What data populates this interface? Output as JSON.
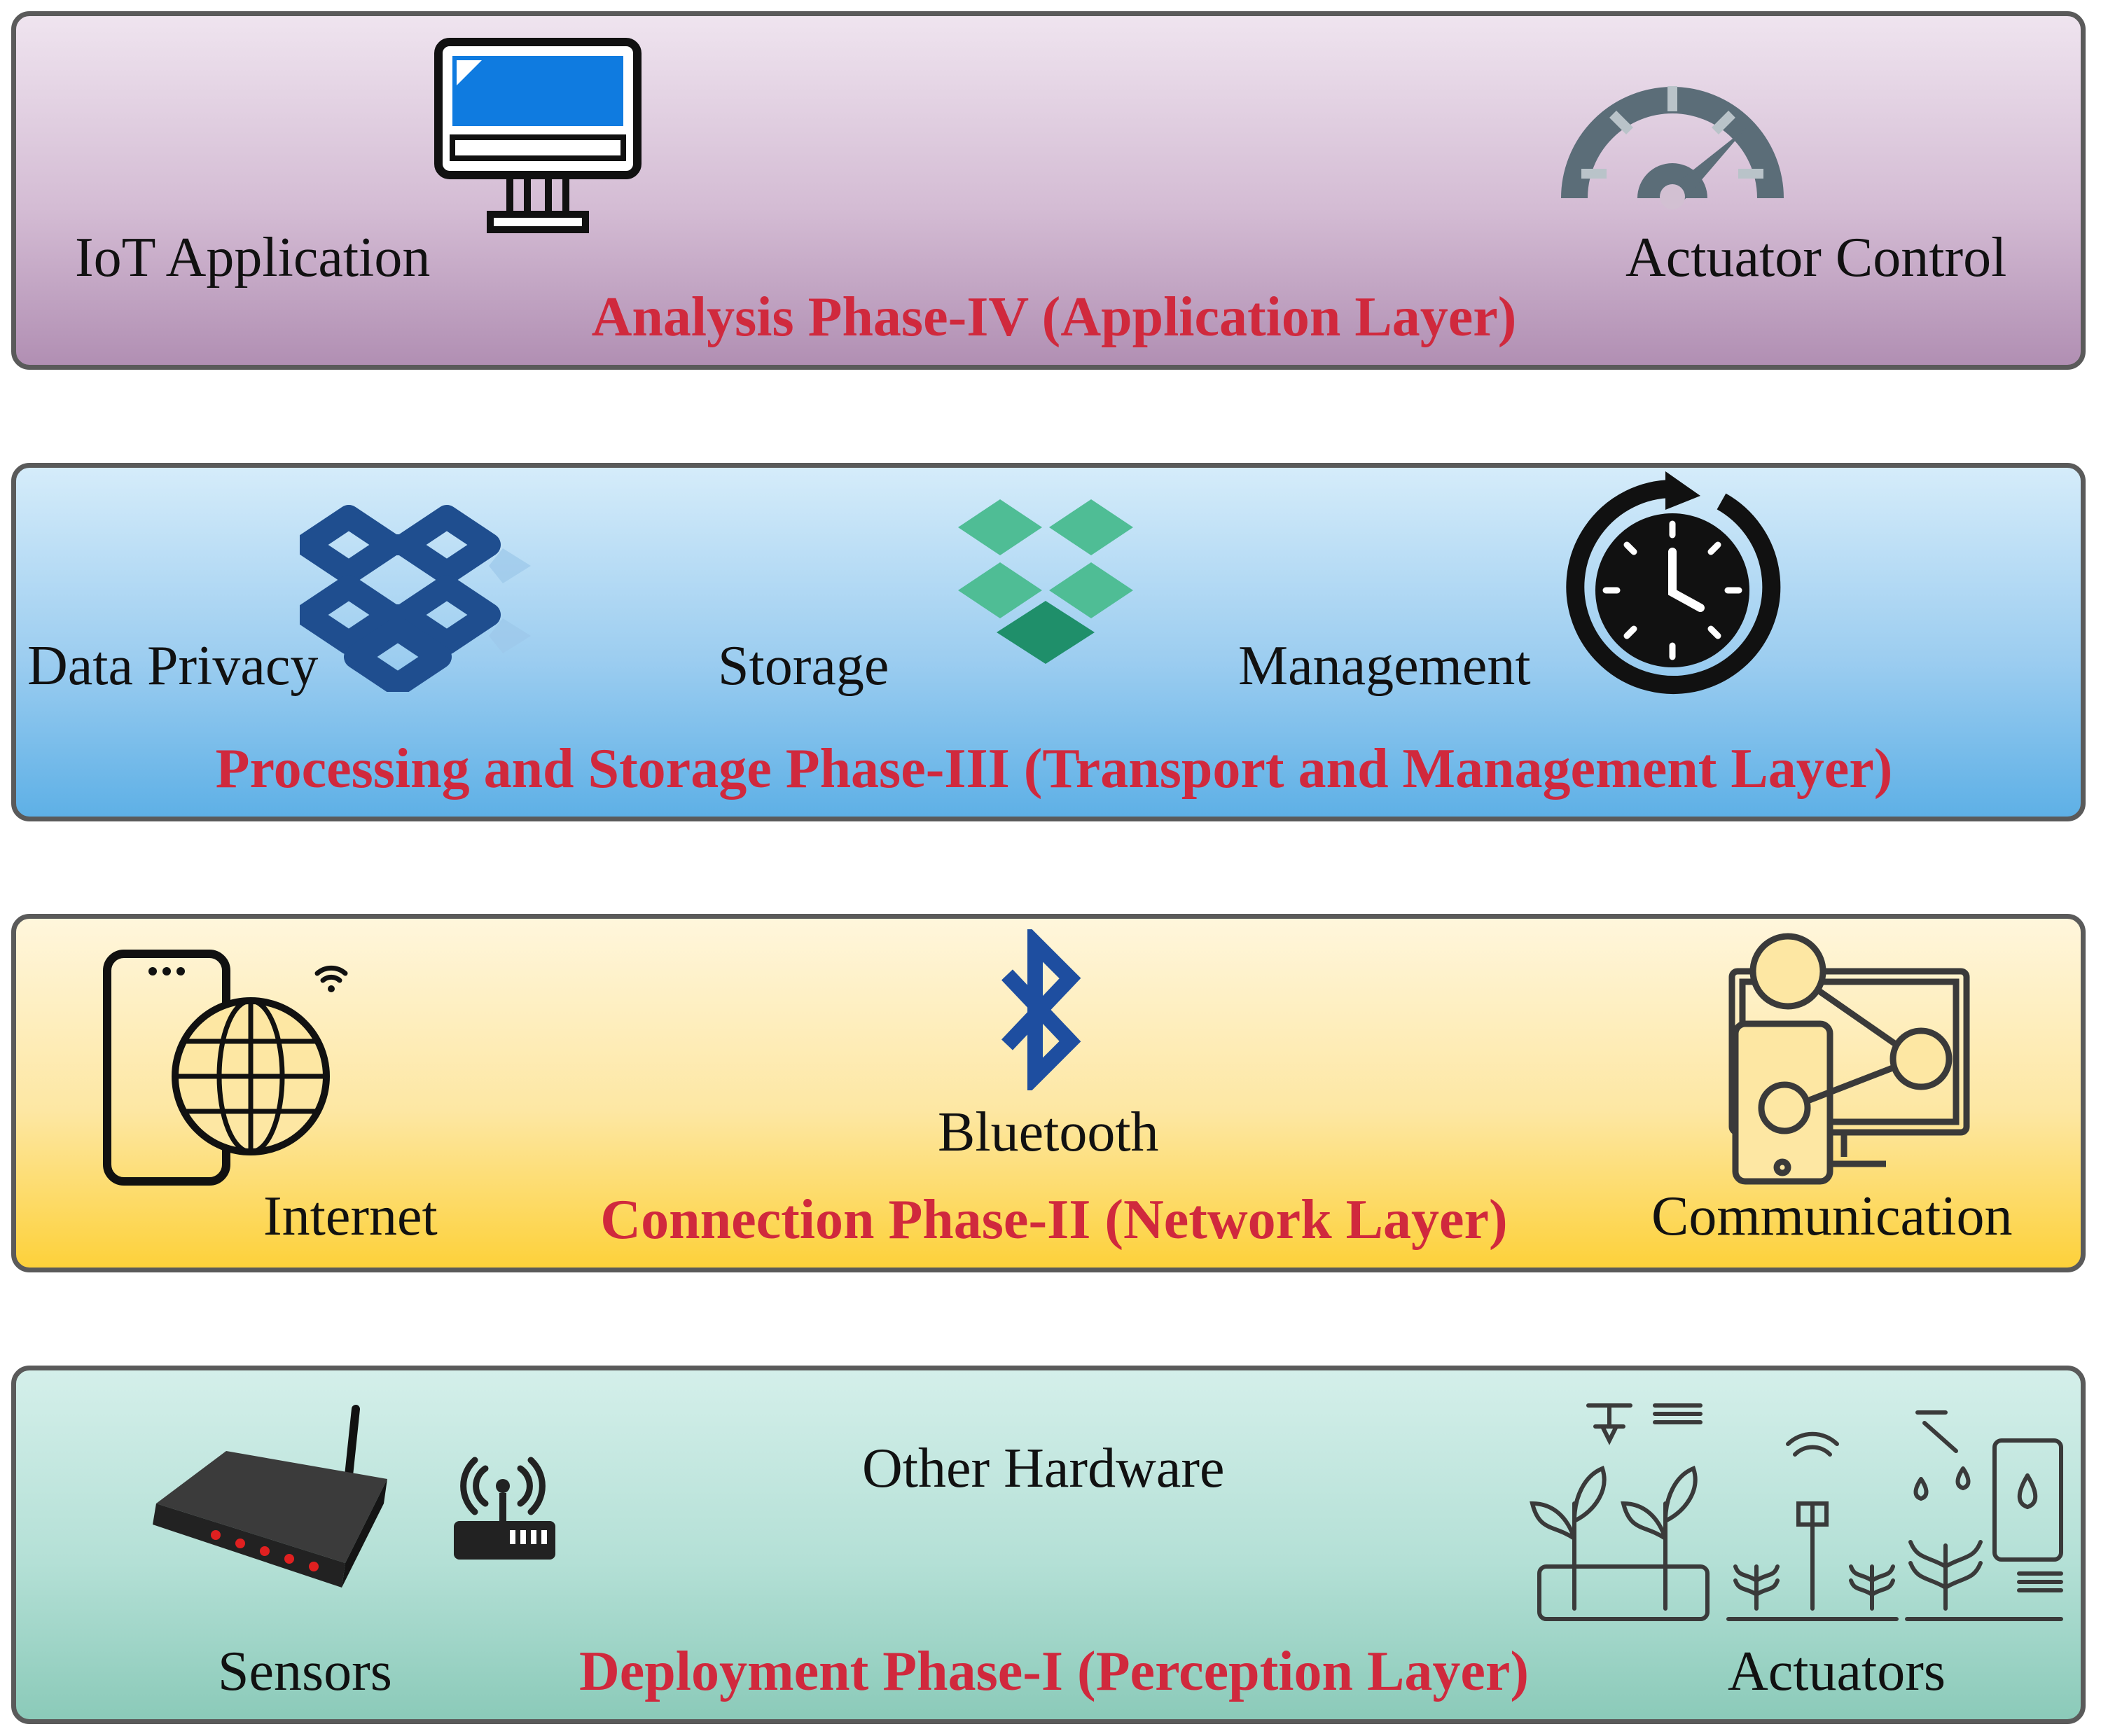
{
  "layers": [
    {
      "id": "application",
      "title": "Analysis Phase-IV (Application Layer)",
      "items": [
        {
          "label": "IoT Application",
          "icon": "monitor-icon"
        },
        {
          "label": "Actuator Control",
          "icon": "gauge-icon"
        }
      ]
    },
    {
      "id": "transport",
      "title": "Processing and Storage Phase-III (Transport and Management Layer)",
      "items": [
        {
          "label": "Data Privacy",
          "icon": "data-privacy-icon"
        },
        {
          "label": "Storage",
          "icon": "storage-icon"
        },
        {
          "label": "Management",
          "icon": "timer-icon"
        }
      ]
    },
    {
      "id": "network",
      "title": "Connection Phase-II (Network Layer)",
      "items": [
        {
          "label": "Internet",
          "icon": "phone-globe-icon"
        },
        {
          "label": "Bluetooth",
          "icon": "bluetooth-icon"
        },
        {
          "label": "Communication",
          "icon": "devices-network-icon"
        }
      ]
    },
    {
      "id": "perception",
      "title": "Deployment Phase-I (Perception Layer)",
      "items": [
        {
          "label": "Sensors",
          "icon": "router-icon"
        },
        {
          "label": "Other Hardware",
          "icon": "wireless-device-icon"
        },
        {
          "label": "Actuators",
          "icon": "smart-farming-icon"
        }
      ]
    }
  ],
  "colors": {
    "title_text": "#d0293d",
    "border": "#5a5a5a",
    "application_bg": "#d4bcd4",
    "transport_bg": "#9ccdf0",
    "network_bg": "#fde7a3",
    "perception_bg": "#b4e0d6"
  }
}
